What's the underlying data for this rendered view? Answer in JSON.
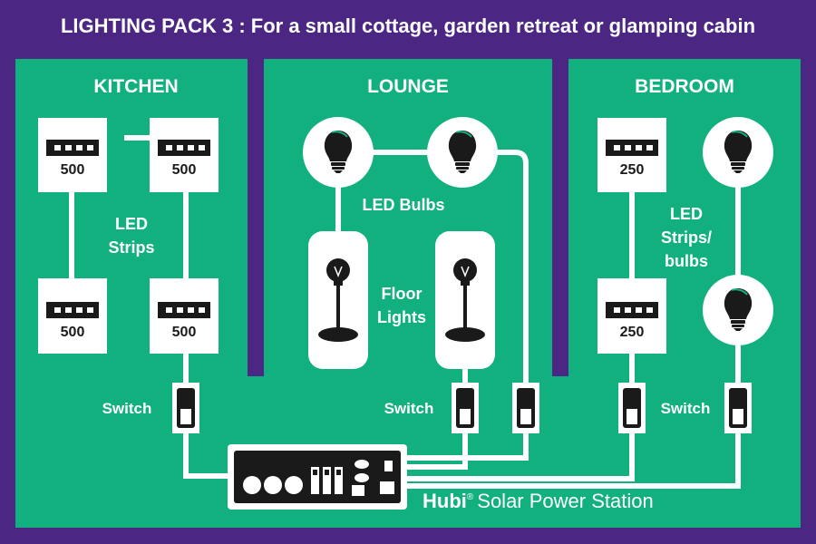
{
  "header": {
    "title": "LIGHTING PACK 3 : For a small cottage, garden retreat or glamping cabin"
  },
  "colors": {
    "background": "#4b2683",
    "panel": "#12b07e",
    "tile": "#ffffff",
    "device": "#1a1a1a"
  },
  "rooms": {
    "kitchen": {
      "title": "KITCHEN",
      "label_line1": "LED",
      "label_line2": "Strips",
      "strips": [
        "500",
        "500",
        "500",
        "500"
      ],
      "switch_label": "Switch"
    },
    "lounge": {
      "title": "LOUNGE",
      "bulbs_label": "LED Bulbs",
      "floor_label_line1": "Floor",
      "floor_label_line2": "Lights",
      "switch_label": "Switch"
    },
    "bedroom": {
      "title": "BEDROOM",
      "label_line1": "LED",
      "label_line2": "Strips/",
      "label_line3": "bulbs",
      "strips": [
        "250",
        "250"
      ],
      "switch_label": "Switch"
    }
  },
  "station": {
    "brand": "Hubi",
    "trademark": "®",
    "name": "Solar Power Station"
  },
  "icons": {
    "strip": "led-strip-icon",
    "bulb": "led-bulb-icon",
    "floor_lamp": "floor-lamp-icon",
    "switch": "rocker-switch-icon",
    "station": "power-station-icon"
  }
}
